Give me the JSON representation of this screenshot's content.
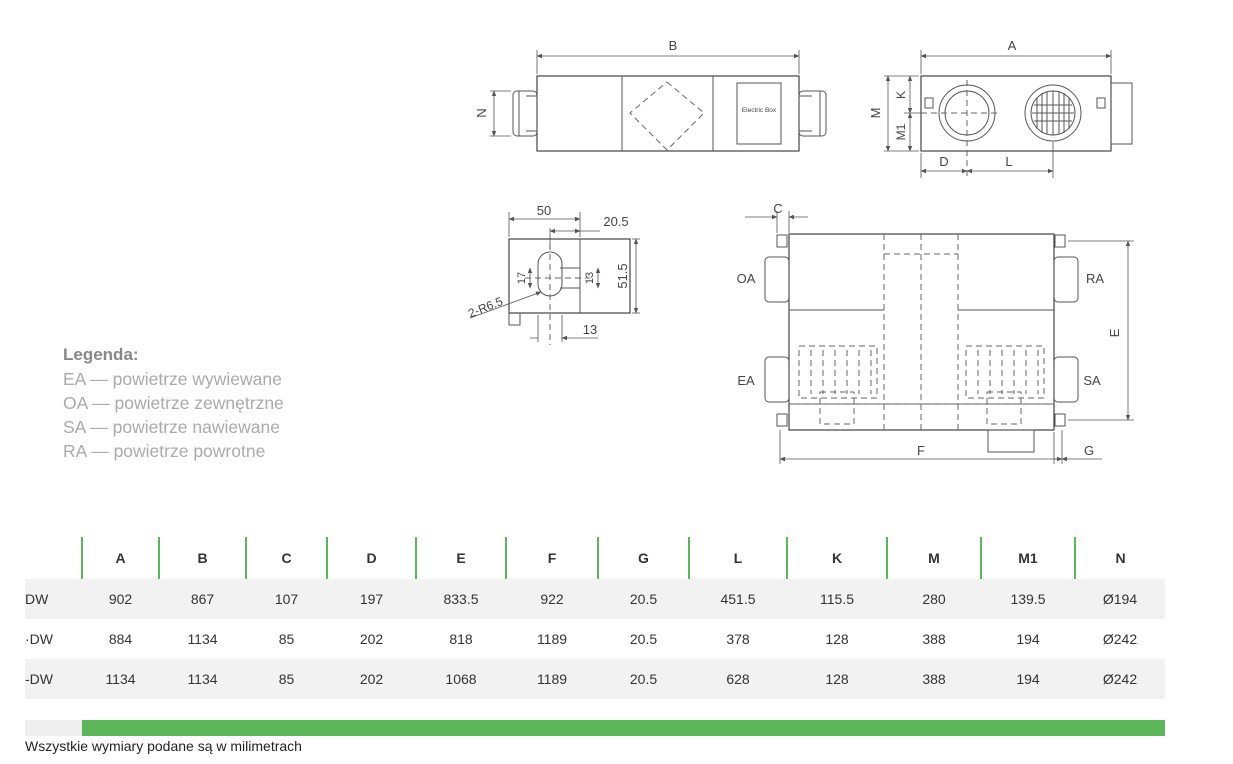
{
  "drawing": {
    "top_view": {
      "dim_b": "B",
      "dim_n": "N",
      "electric_box": "Electric Box"
    },
    "side_view": {
      "dim_a": "A",
      "dim_m": "M",
      "dim_k": "K",
      "dim_m1": "M1",
      "dim_d": "D",
      "dim_l": "L"
    },
    "bracket_detail": {
      "dim_50": "50",
      "dim_20_5": "20.5",
      "dim_17": "17",
      "dim_13a": "13",
      "dim_51_5": "51.5",
      "dim_13b": "13",
      "hole_label": "2-R6.5"
    },
    "plan_view": {
      "dim_c": "C",
      "dim_e": "E",
      "dim_f": "F",
      "dim_g": "G",
      "port_oa": "OA",
      "port_ea": "EA",
      "port_ra": "RA",
      "port_sa": "SA"
    }
  },
  "legend": {
    "title": "Legenda:",
    "items": [
      "EA — powietrze wywiewane",
      "OA — powietrze zewnętrzne",
      "SA — powietrze nawiewane",
      "RA — powietrze powrotne"
    ]
  },
  "table": {
    "headers": [
      "",
      "A",
      "B",
      "C",
      "D",
      "E",
      "F",
      "G",
      "L",
      "K",
      "M",
      "M1",
      "N"
    ],
    "rows": [
      [
        "DW",
        "902",
        "867",
        "107",
        "197",
        "833.5",
        "922",
        "20.5",
        "451.5",
        "115.5",
        "280",
        "139.5",
        "Ø194"
      ],
      [
        "·DW",
        "884",
        "1134",
        "85",
        "202",
        "818",
        "1189",
        "20.5",
        "378",
        "128",
        "388",
        "194",
        "Ø242"
      ],
      [
        "-DW",
        "1134",
        "1134",
        "85",
        "202",
        "1068",
        "1189",
        "20.5",
        "628",
        "128",
        "388",
        "194",
        "Ø242"
      ]
    ]
  },
  "footnote": "Wszystkie wymiary podane są w milimetrach",
  "colors": {
    "accent_green": "#5cb65a",
    "row_shade": "#f2f2f2",
    "legend_text": "#aaaaaa"
  }
}
